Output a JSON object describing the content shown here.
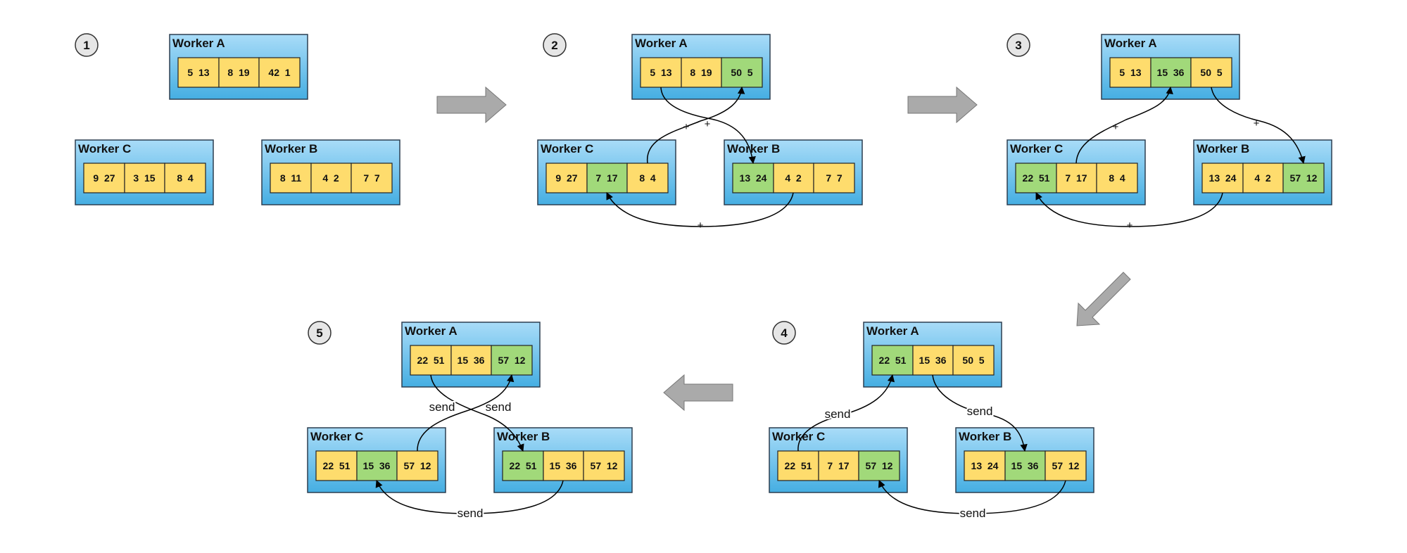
{
  "colors": {
    "worker_top": "#a9dcf8",
    "worker_bottom": "#45aee2",
    "worker_border": "#2c3e50",
    "cell_yellow": "#fedc6d",
    "cell_green": "#a1d97a",
    "arrow_fill": "#aaaaaa",
    "step_circle": "#e6e6e6"
  },
  "stages": [
    {
      "step_label": "1",
      "workers": [
        {
          "name": "Worker A",
          "cells": [
            {
              "text": "5  13",
              "color": "yellow"
            },
            {
              "text": "8  19",
              "color": "yellow"
            },
            {
              "text": "42  1",
              "color": "yellow"
            }
          ]
        },
        {
          "name": "Worker C",
          "cells": [
            {
              "text": "9  27",
              "color": "yellow"
            },
            {
              "text": "3  15",
              "color": "yellow"
            },
            {
              "text": "8  4",
              "color": "yellow"
            }
          ]
        },
        {
          "name": "Worker B",
          "cells": [
            {
              "text": "8  11",
              "color": "yellow"
            },
            {
              "text": "4  2",
              "color": "yellow"
            },
            {
              "text": "7  7",
              "color": "yellow"
            }
          ]
        }
      ],
      "edge_labels": []
    },
    {
      "step_label": "2",
      "workers": [
        {
          "name": "Worker A",
          "cells": [
            {
              "text": "5  13",
              "color": "yellow"
            },
            {
              "text": "8  19",
              "color": "yellow"
            },
            {
              "text": "50  5",
              "color": "green"
            }
          ]
        },
        {
          "name": "Worker C",
          "cells": [
            {
              "text": "9  27",
              "color": "yellow"
            },
            {
              "text": "7  17",
              "color": "green"
            },
            {
              "text": "8  4",
              "color": "yellow"
            }
          ]
        },
        {
          "name": "Worker B",
          "cells": [
            {
              "text": "13  24",
              "color": "green"
            },
            {
              "text": "4  2",
              "color": "yellow"
            },
            {
              "text": "7  7",
              "color": "yellow"
            }
          ]
        }
      ],
      "edge_labels": [
        "+",
        "+",
        "+"
      ]
    },
    {
      "step_label": "3",
      "workers": [
        {
          "name": "Worker A",
          "cells": [
            {
              "text": "5  13",
              "color": "yellow"
            },
            {
              "text": "15  36",
              "color": "green"
            },
            {
              "text": "50  5",
              "color": "yellow"
            }
          ]
        },
        {
          "name": "Worker C",
          "cells": [
            {
              "text": "22  51",
              "color": "green"
            },
            {
              "text": "7  17",
              "color": "yellow"
            },
            {
              "text": "8  4",
              "color": "yellow"
            }
          ]
        },
        {
          "name": "Worker B",
          "cells": [
            {
              "text": "13  24",
              "color": "yellow"
            },
            {
              "text": "4  2",
              "color": "yellow"
            },
            {
              "text": "57  12",
              "color": "green"
            }
          ]
        }
      ],
      "edge_labels": [
        "+",
        "+",
        "+"
      ]
    },
    {
      "step_label": "4",
      "workers": [
        {
          "name": "Worker A",
          "cells": [
            {
              "text": "22  51",
              "color": "green"
            },
            {
              "text": "15  36",
              "color": "yellow"
            },
            {
              "text": "50  5",
              "color": "yellow"
            }
          ]
        },
        {
          "name": "Worker C",
          "cells": [
            {
              "text": "22  51",
              "color": "yellow"
            },
            {
              "text": "7  17",
              "color": "yellow"
            },
            {
              "text": "57  12",
              "color": "green"
            }
          ]
        },
        {
          "name": "Worker B",
          "cells": [
            {
              "text": "13  24",
              "color": "yellow"
            },
            {
              "text": "15  36",
              "color": "green"
            },
            {
              "text": "57  12",
              "color": "yellow"
            }
          ]
        }
      ],
      "edge_labels": [
        "send",
        "send",
        "send"
      ]
    },
    {
      "step_label": "5",
      "workers": [
        {
          "name": "Worker A",
          "cells": [
            {
              "text": "22  51",
              "color": "yellow"
            },
            {
              "text": "15  36",
              "color": "yellow"
            },
            {
              "text": "57  12",
              "color": "green"
            }
          ]
        },
        {
          "name": "Worker C",
          "cells": [
            {
              "text": "22  51",
              "color": "yellow"
            },
            {
              "text": "15  36",
              "color": "green"
            },
            {
              "text": "57  12",
              "color": "yellow"
            }
          ]
        },
        {
          "name": "Worker B",
          "cells": [
            {
              "text": "22  51",
              "color": "green"
            },
            {
              "text": "15  36",
              "color": "yellow"
            },
            {
              "text": "57  12",
              "color": "yellow"
            }
          ]
        }
      ],
      "edge_labels": [
        "send",
        "send",
        "send"
      ]
    }
  ]
}
